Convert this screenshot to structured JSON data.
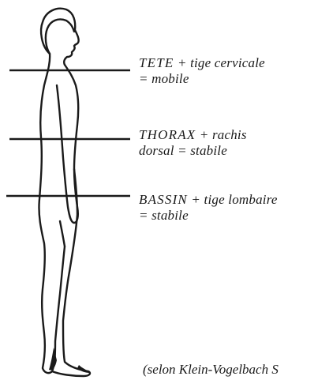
{
  "segments": [
    {
      "name": "TETE",
      "desc_line1": "tige cervicale",
      "line2": "= mobile"
    },
    {
      "name": "THORAX",
      "desc_line1": "rachis",
      "line2": "dorsal = stabile"
    },
    {
      "name": "BASSIN",
      "desc_line1": "tige lombaire",
      "line2": "= stabile"
    }
  ],
  "plus": "+",
  "caption": "(selon Klein-Vogelbach S"
}
